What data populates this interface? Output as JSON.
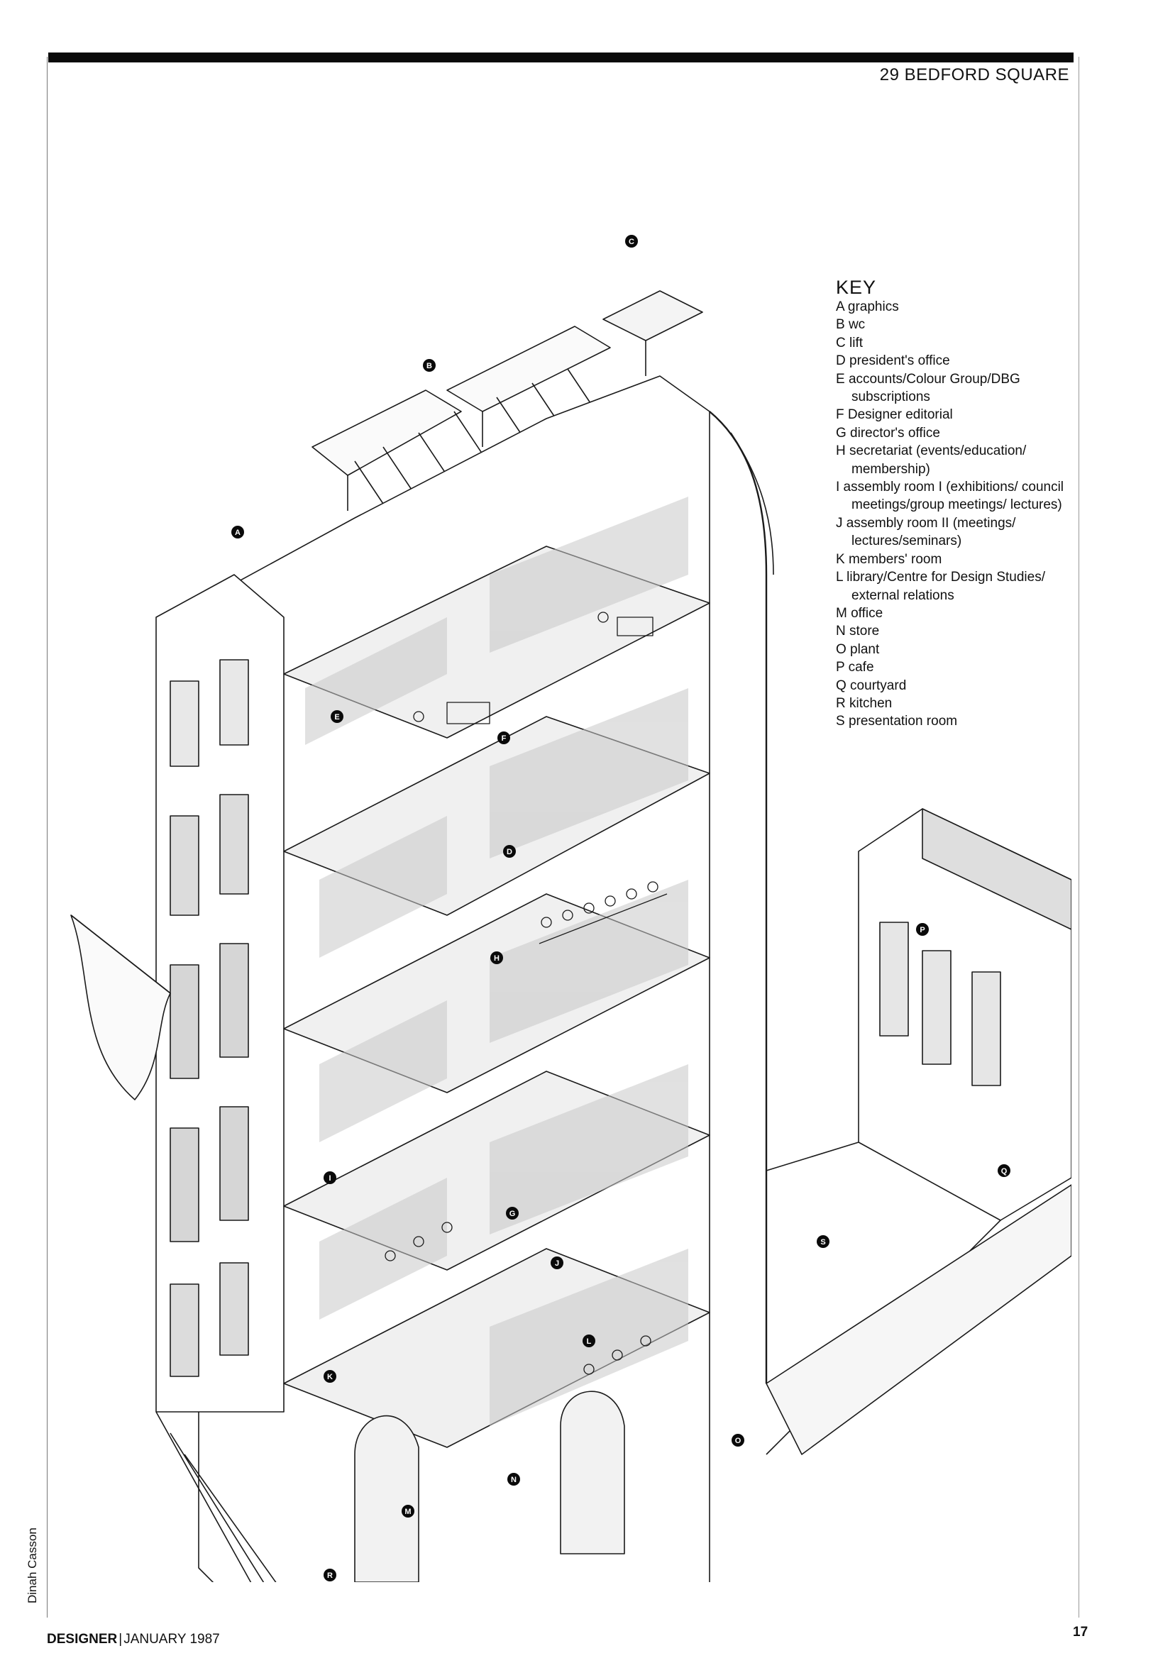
{
  "header": {
    "title": "29 BEDFORD SQUARE"
  },
  "key": {
    "title": "KEY",
    "items": [
      "A graphics",
      "B wc",
      "C lift",
      "D president's office",
      "E accounts/Colour Group/DBG subscriptions",
      "F Designer editorial",
      "G director's office",
      "H secretariat (events/education/ membership)",
      "I assembly room I (exhibitions/ council meetings/group meetings/ lectures)",
      "J assembly room II (meetings/ lectures/seminars)",
      "K members' room",
      "L library/Centre for Design Studies/ external relations",
      "M office",
      "N store",
      "O plant",
      "P cafe",
      "Q courtyard",
      "R kitchen",
      "S presentation room"
    ]
  },
  "credit": "Dinah Casson",
  "footer": {
    "magazine": "DESIGNER",
    "separator": "|",
    "issue": "JANUARY 1987",
    "page_number": "17"
  },
  "illustration": {
    "markers": [
      "C",
      "B",
      "A",
      "E",
      "F",
      "D",
      "H",
      "G",
      "I",
      "J",
      "K",
      "L",
      "M",
      "N",
      "O",
      "P",
      "Q",
      "R",
      "S"
    ]
  }
}
